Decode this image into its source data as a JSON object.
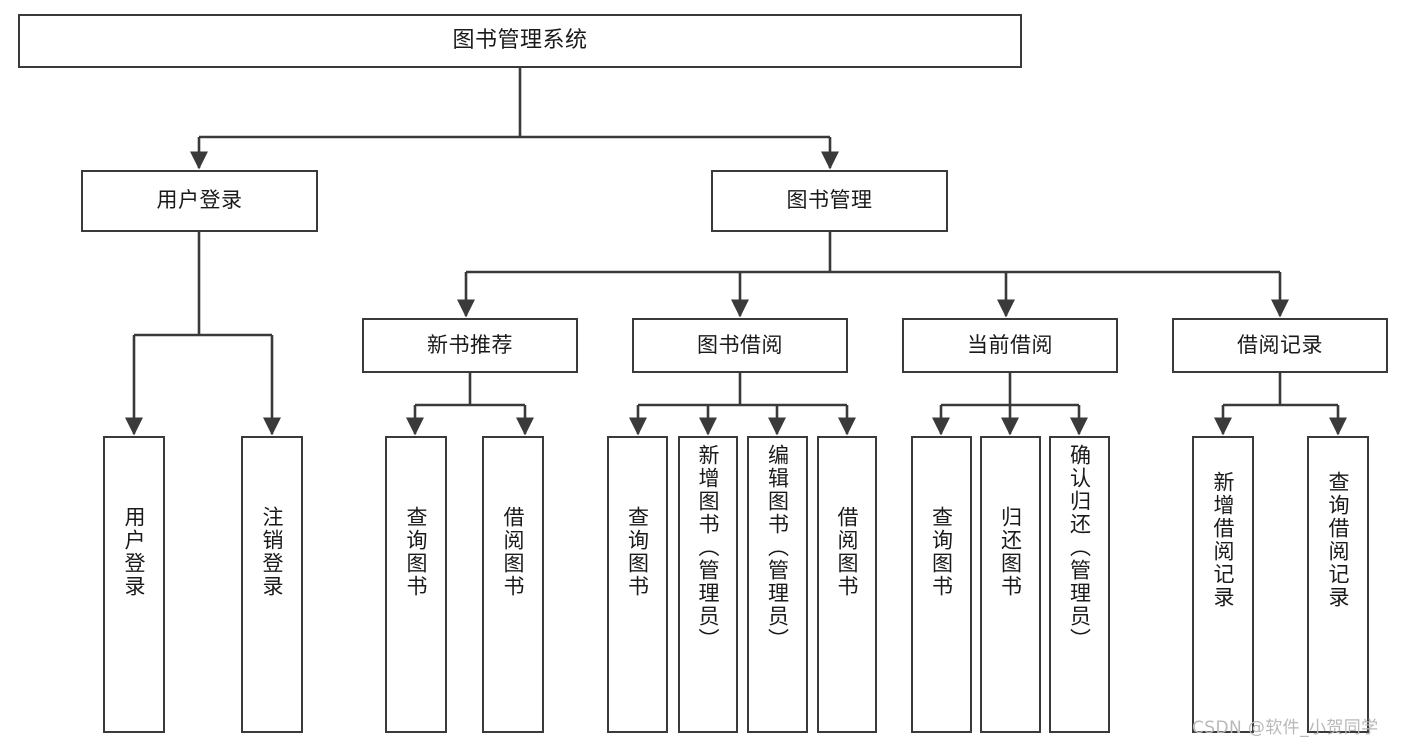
{
  "diagram": {
    "type": "tree-hierarchy-chart",
    "title": "图书管理系统",
    "watermark": "CSDN @软件_小贺同学",
    "colors": {
      "box_border": "#3a3a3a",
      "box_fill": "#ffffff",
      "edge": "#3a3a3a",
      "text": "#1a1a1a",
      "watermark": "#b9b9b9",
      "background": "#ffffff"
    },
    "levels": {
      "root": "图书管理系统",
      "level2": [
        "用户登录",
        "图书管理"
      ],
      "level3": [
        "新书推荐",
        "图书借阅",
        "当前借阅",
        "借阅记录"
      ]
    },
    "nodes": {
      "root": {
        "label": "图书管理系统"
      },
      "user_login": {
        "label": "用户登录"
      },
      "book_manage": {
        "label": "图书管理"
      },
      "new_book_rec": {
        "label": "新书推荐"
      },
      "book_borrow": {
        "label": "图书借阅"
      },
      "current_borrow": {
        "label": "当前借阅"
      },
      "borrow_record": {
        "label": "借阅记录"
      },
      "leaf_user_login": {
        "label": "用户登录"
      },
      "leaf_logout": {
        "label": "注销登录"
      },
      "leaf_query_book_1": {
        "label": "查询图书"
      },
      "leaf_borrow_book_1": {
        "label": "借阅图书"
      },
      "leaf_query_book_2": {
        "label": "查询图书"
      },
      "leaf_add_book": {
        "label": "新增图书（管理员）"
      },
      "leaf_edit_book": {
        "label": "编辑图书（管理员）"
      },
      "leaf_borrow_book_2": {
        "label": "借阅图书"
      },
      "leaf_query_book_3": {
        "label": "查询图书"
      },
      "leaf_return_book": {
        "label": "归还图书"
      },
      "leaf_confirm_return": {
        "label": "确认归还（管理员）"
      },
      "leaf_add_record": {
        "label": "新增借阅记录"
      },
      "leaf_query_record": {
        "label": "查询借阅记录"
      }
    },
    "edges": [
      {
        "from": "root",
        "to": "user_login"
      },
      {
        "from": "root",
        "to": "book_manage"
      },
      {
        "from": "user_login",
        "to": "leaf_user_login"
      },
      {
        "from": "user_login",
        "to": "leaf_logout"
      },
      {
        "from": "book_manage",
        "to": "new_book_rec"
      },
      {
        "from": "book_manage",
        "to": "book_borrow"
      },
      {
        "from": "book_manage",
        "to": "current_borrow"
      },
      {
        "from": "book_manage",
        "to": "borrow_record"
      },
      {
        "from": "new_book_rec",
        "to": "leaf_query_book_1"
      },
      {
        "from": "new_book_rec",
        "to": "leaf_borrow_book_1"
      },
      {
        "from": "book_borrow",
        "to": "leaf_query_book_2"
      },
      {
        "from": "book_borrow",
        "to": "leaf_add_book"
      },
      {
        "from": "book_borrow",
        "to": "leaf_edit_book"
      },
      {
        "from": "book_borrow",
        "to": "leaf_borrow_book_2"
      },
      {
        "from": "current_borrow",
        "to": "leaf_query_book_3"
      },
      {
        "from": "current_borrow",
        "to": "leaf_return_book"
      },
      {
        "from": "current_borrow",
        "to": "leaf_confirm_return"
      },
      {
        "from": "borrow_record",
        "to": "leaf_add_record"
      },
      {
        "from": "borrow_record",
        "to": "leaf_query_record"
      }
    ]
  }
}
